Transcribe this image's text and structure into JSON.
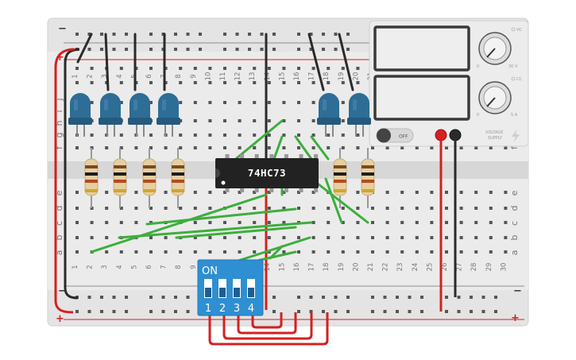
{
  "breadboard": {
    "rail_minus": "−",
    "rail_plus": "+",
    "top_row_labels": [
      "j",
      "i",
      "h",
      "g",
      "f"
    ],
    "bottom_row_labels": [
      "e",
      "d",
      "c",
      "b",
      "a"
    ],
    "column_numbers": [
      "1",
      "2",
      "3",
      "4",
      "5",
      "6",
      "7",
      "8",
      "9",
      "10",
      "11",
      "12",
      "13",
      "14",
      "15",
      "16",
      "17",
      "18",
      "19",
      "20",
      "21",
      "22",
      "23",
      "24",
      "25",
      "26",
      "27",
      "28",
      "29",
      "30"
    ]
  },
  "chip": {
    "label": "74HC73"
  },
  "dip_switch": {
    "on_label": "ON",
    "switch_labels": [
      "1",
      "2",
      "3",
      "4"
    ]
  },
  "power_supply": {
    "vc_label": "VC",
    "cc_label": "CC",
    "v_min": "0",
    "v_max": "30 V",
    "a_min": "0",
    "a_max": "5 A",
    "power_button_label": "OFF",
    "voltage_supply_label_1": "VOLTAGE",
    "voltage_supply_label_2": "SUPPLY"
  },
  "colors": {
    "wire_black": "#2a2a2a",
    "wire_red": "#d42020",
    "wire_green": "#3cae3c",
    "led_blue": "#2d6d96",
    "resistor_body": "#e6cfa0",
    "chip_body": "#222222",
    "dip_body": "#2e8fd2",
    "psu_body": "#ececec",
    "psu_display": "#eeeeee"
  }
}
